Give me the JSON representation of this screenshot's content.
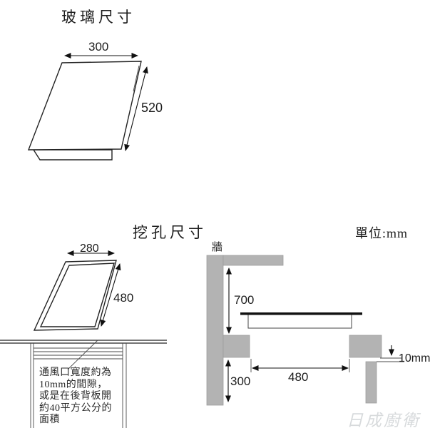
{
  "colors": {
    "background": "#ffffff",
    "line": "#222222",
    "fill_gray": "#b3b3b3",
    "glass_black": "#111111",
    "watermark_gray": "#d7dadc"
  },
  "glass_section": {
    "title": "玻璃尺寸",
    "width_mm": "300",
    "depth_mm": "520"
  },
  "cutout_section": {
    "title": "挖孔尺寸",
    "unit_label": "單位:mm",
    "hole_width_mm": "280",
    "hole_depth_mm": "480",
    "vent_note": "通風口寬度約為\n10mm的間隙，\n或是在後背板開\n約40平方公分的\n面積"
  },
  "side_view": {
    "wall_label": "牆",
    "height_above_counter_mm": "700",
    "cutout_width_mm": "480",
    "clearance_below_mm": "300",
    "vent_gap_label": "10mm"
  },
  "watermark": "日成廚衛"
}
